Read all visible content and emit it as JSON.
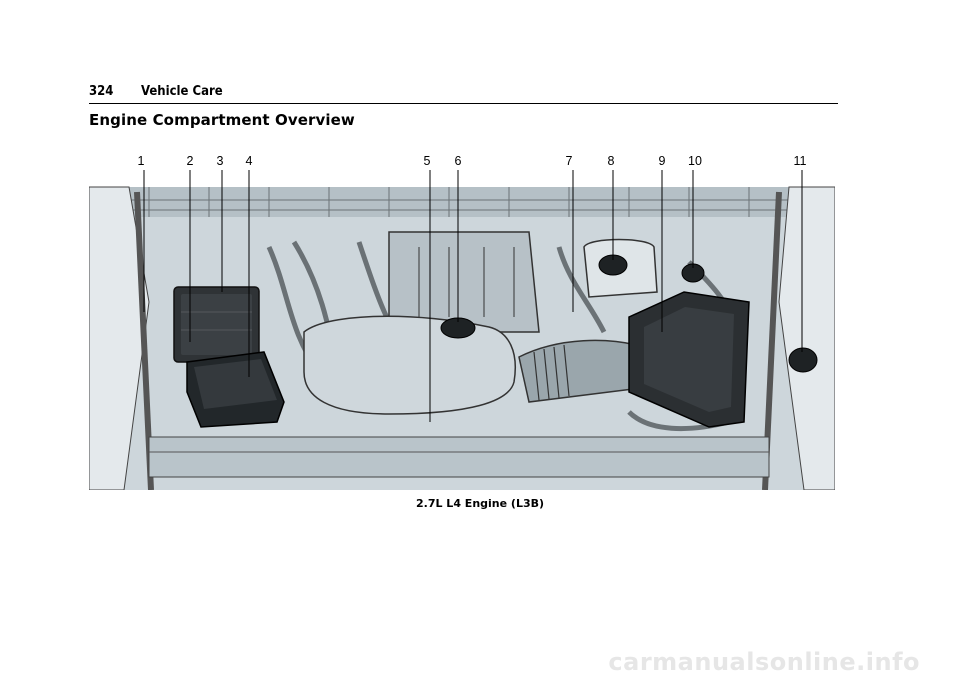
{
  "header": {
    "page_number": "324",
    "section_title": "Vehicle Care"
  },
  "page_title": "Engine Compartment Overview",
  "figure": {
    "callouts": [
      "1",
      "2",
      "3",
      "4",
      "5",
      "6",
      "7",
      "8",
      "9",
      "10",
      "11"
    ],
    "caption": "2.7L L4 Engine (L3B)"
  },
  "watermark": "carmanualsonline.info"
}
